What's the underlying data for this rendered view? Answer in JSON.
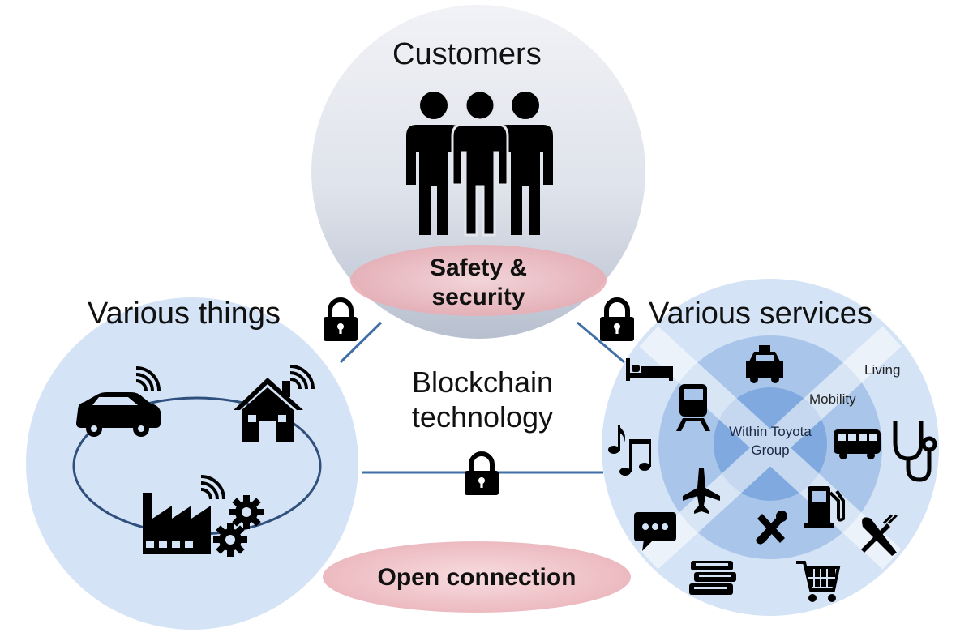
{
  "customers": {
    "title": "Customers",
    "value_label": "Safety & security"
  },
  "things": {
    "title": "Various things"
  },
  "services": {
    "title": "Various services",
    "ring_outer": "Living",
    "ring_middle": "Mobility",
    "ring_inner": "Within Toyota Group"
  },
  "center": {
    "label": "Blockchain technology"
  },
  "footer": {
    "label": "Open connection"
  },
  "colors": {
    "circle_light": "#d4e3f5",
    "circle_mid": "#a9c6ea",
    "circle_core": "#7fa9df",
    "link_line": "#3f6fa6",
    "pink": "#f2c8cc",
    "icon": "#000000"
  },
  "icons": [
    "people-icon",
    "lock-icon",
    "car-icon",
    "house-icon",
    "factory-icon",
    "gear-icon",
    "wifi-icon",
    "taxi-icon",
    "train-icon",
    "bus-icon",
    "plane-icon",
    "bed-icon",
    "music-icon",
    "stethoscope-icon",
    "fuel-pump-icon",
    "tools-icon",
    "fork-knife-icon",
    "chat-icon",
    "books-icon",
    "cart-icon"
  ]
}
